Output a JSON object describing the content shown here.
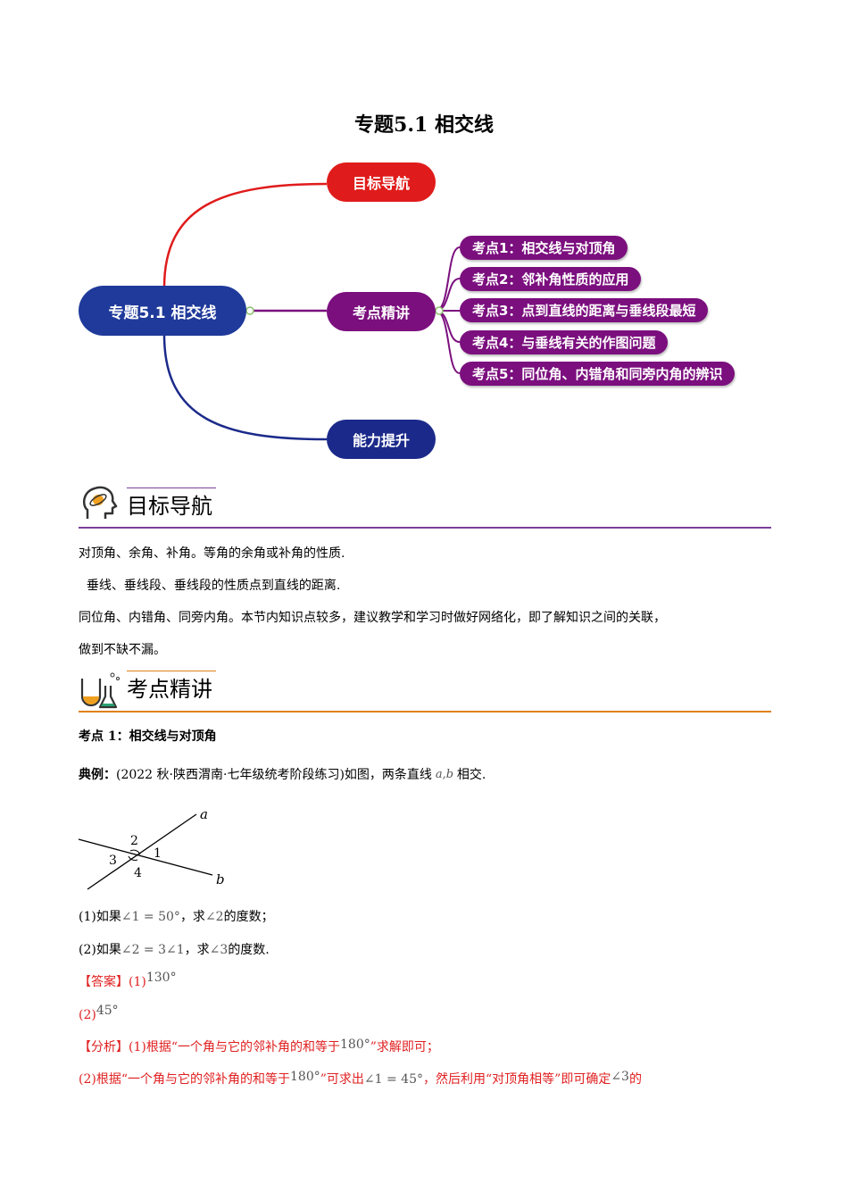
{
  "title": "专题5.1  相交线",
  "mindmap": {
    "root": "专题5.1 相交线",
    "branches": [
      "目标导航",
      "考点精讲",
      "能力提升"
    ],
    "leaves": [
      "考点1：相交线与对顶角",
      "考点2：邻补角性质的应用",
      "考点3：点到直线的距离与垂线段最短",
      "考点4：与垂线有关的作图问题",
      "考点5：同位角、内错角和同旁内角的辨识"
    ],
    "colors": {
      "root": "#1f3a9a",
      "branch_top": "#e01b1b",
      "branch_mid": "#7b0f7e",
      "branch_bottom": "#1b2a8a"
    }
  },
  "section1": {
    "heading": "目标导航",
    "lines": [
      "对顶角、余角、补角。等角的余角或补角的性质.",
      "  垂线、垂线段、垂线段的性质点到直线的距离.",
      "同位角、内错角、同旁内角。本节内知识点较多，建议教学和学习时做好网络化，即了解知识之间的关联，",
      "做到不缺不漏。"
    ]
  },
  "section2": {
    "heading": "考点精讲",
    "topic": "考点 1：相交线与对顶角",
    "example_label": "典例：",
    "example_text": "(2022 秋·陕西渭南·七年级统考阶段练习)如图，两条直线",
    "example_vars": "a,b",
    "example_end": "相交.",
    "figure_labels": [
      "a",
      "b",
      "1",
      "2",
      "3",
      "4"
    ],
    "q1_a": "(1)如果",
    "q1_math": "∠1 = 50°",
    "q1_b": "，求",
    "q1_math2": "∠2",
    "q1_c": "的度数；",
    "q2_a": "(2)如果",
    "q2_math": "∠2 = 3∠1",
    "q2_b": "，求",
    "q2_math2": "∠3",
    "q2_c": "的度数.",
    "answer_label": "【答案】",
    "answer1_prefix": "(1)",
    "answer1_value": "130°",
    "answer2_prefix": "(2)",
    "answer2_value": "45°",
    "analysis_label": "【分析】",
    "analysis1_a": "(1)根据“一个角与它的邻补角的和等于",
    "analysis1_math": "180°",
    "analysis1_b": "”求解即可；",
    "analysis2_a": "(2)根据“一个角与它的邻补角的和等于",
    "analysis2_math": "180°",
    "analysis2_b": "”可求出",
    "analysis2_math2": "∠1 = 45°",
    "analysis2_c": "，然后利用“对顶角相等”即可确定",
    "analysis2_math3": "∠3",
    "analysis2_d": "的"
  }
}
